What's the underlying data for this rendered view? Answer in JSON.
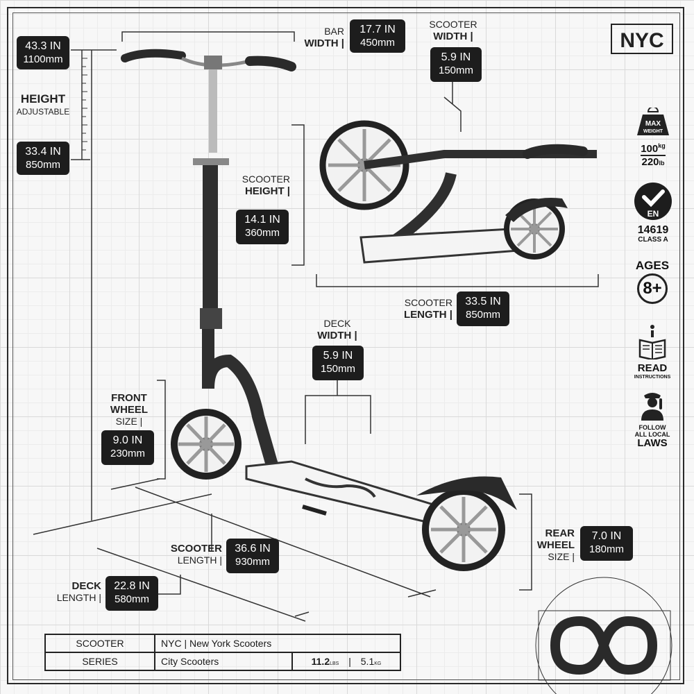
{
  "brand": {
    "logo_text": "NYC"
  },
  "measurements": {
    "bar_width": {
      "label1": "BAR",
      "label2": "WIDTH |",
      "in": "17.7 IN",
      "mm": "450mm"
    },
    "max_height": {
      "in": "43.3 IN",
      "mm": "1100mm"
    },
    "height": {
      "label1": "HEIGHT",
      "label2": "ADJUSTABLE"
    },
    "min_height": {
      "in": "33.4 IN",
      "mm": "850mm"
    },
    "folded_width": {
      "label1": "SCOOTER",
      "label2": "WIDTH |",
      "in": "5.9 IN",
      "mm": "150mm"
    },
    "folded_height": {
      "label1": "SCOOTER",
      "label2": "HEIGHT |",
      "in": "14.1 IN",
      "mm": "360mm"
    },
    "folded_length": {
      "label1": "SCOOTER",
      "label2": "LENGTH |",
      "in": "33.5 IN",
      "mm": "850mm"
    },
    "deck_width": {
      "label1": "DECK",
      "label2": "WIDTH |",
      "in": "5.9 IN",
      "mm": "150mm"
    },
    "front_wheel": {
      "label1": "FRONT",
      "label2": "WHEEL",
      "label3": "SIZE |",
      "in": "9.0 IN",
      "mm": "230mm"
    },
    "rear_wheel": {
      "label1": "REAR",
      "label2": "WHEEL",
      "label3": "SIZE |",
      "in": "7.0 IN",
      "mm": "180mm"
    },
    "scooter_length": {
      "label1": "SCOOTER",
      "label2": "LENGTH |",
      "in": "36.6 IN",
      "mm": "930mm"
    },
    "deck_length": {
      "label1": "DECK",
      "label2": "LENGTH |",
      "in": "22.8 IN",
      "mm": "580mm"
    }
  },
  "sidebar": {
    "max_weight": {
      "top": "MAX",
      "sub": "WEIGHT",
      "kg": "100",
      "kg_unit": "kg",
      "lb": "220",
      "lb_unit": "lb"
    },
    "en": {
      "mark": "EN",
      "number": "14619",
      "class": "CLASS A"
    },
    "ages": {
      "label": "AGES",
      "value": "8+"
    },
    "read": {
      "label": "READ",
      "sub": "INSTRUCTIONS"
    },
    "laws": {
      "line1": "FOLLOW",
      "line2": "ALL LOCAL",
      "line3": "LAWS"
    }
  },
  "table": {
    "row1": {
      "key": "SCOOTER",
      "value": "NYC  |  New York Scooters"
    },
    "row2": {
      "key": "SERIES",
      "value": "City Scooters",
      "lbs": "11.2",
      "lbs_unit": "LBS",
      "kg": "5.1",
      "kg_unit": "KG"
    }
  },
  "colors": {
    "badge": "#1d1d1d",
    "grid": "#d9d9d9",
    "line": "#333333"
  }
}
